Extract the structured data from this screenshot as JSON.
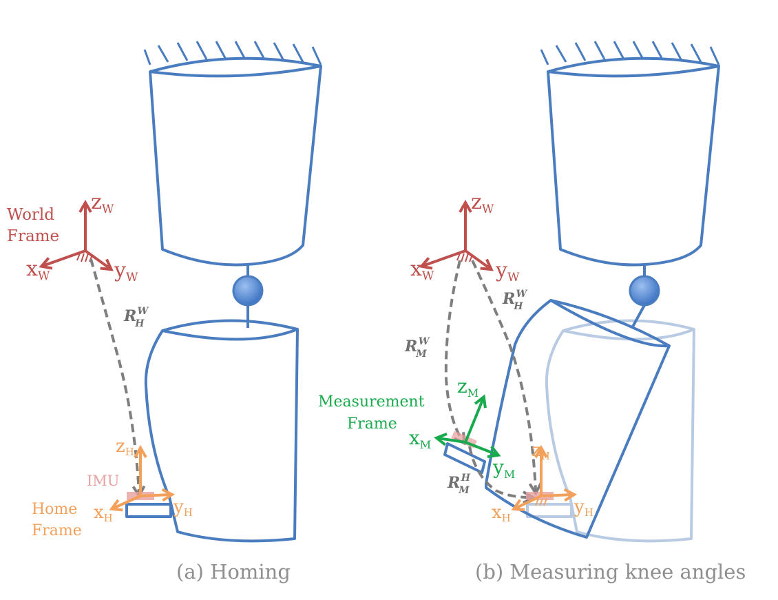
{
  "colors": {
    "outline": "#4a7cc0",
    "outline_faded": "#b9cbe3",
    "joint": "#5b8fd9",
    "world": "#c0504d",
    "home": "#f3a05b",
    "measurement": "#1aaa4e",
    "rotation": "#7f7f7f",
    "imu": "#e8a0a0",
    "caption": "#8f8f8f"
  },
  "panel_a": {
    "caption": "(a) Homing",
    "world": {
      "label_line1": "World",
      "label_line2": "Frame",
      "z": "z",
      "x": "x",
      "y": "y",
      "sub": "W"
    },
    "rotation_hw": {
      "base": "R",
      "sub": "H",
      "sup": "W"
    },
    "home": {
      "imu_label": "IMU",
      "label_line1": "Home",
      "label_line2": "Frame",
      "z": "z",
      "x": "x",
      "y": "y",
      "sub": "H"
    }
  },
  "panel_b": {
    "caption": "(b) Measuring knee angles",
    "world": {
      "z": "z",
      "x": "x",
      "y": "y",
      "sub": "W"
    },
    "rotation_hw": {
      "base": "R",
      "sub": "H",
      "sup": "W"
    },
    "rotation_mw": {
      "base": "R",
      "sub": "M",
      "sup": "W"
    },
    "rotation_mh": {
      "base": "R",
      "sub": "M",
      "sup": "H"
    },
    "measurement": {
      "label_line1": "Measurement",
      "label_line2": "Frame",
      "z": "z",
      "x": "x",
      "y": "y",
      "sub": "M"
    },
    "home": {
      "z": "z",
      "x": "x",
      "y": "y",
      "sub": "H"
    }
  }
}
